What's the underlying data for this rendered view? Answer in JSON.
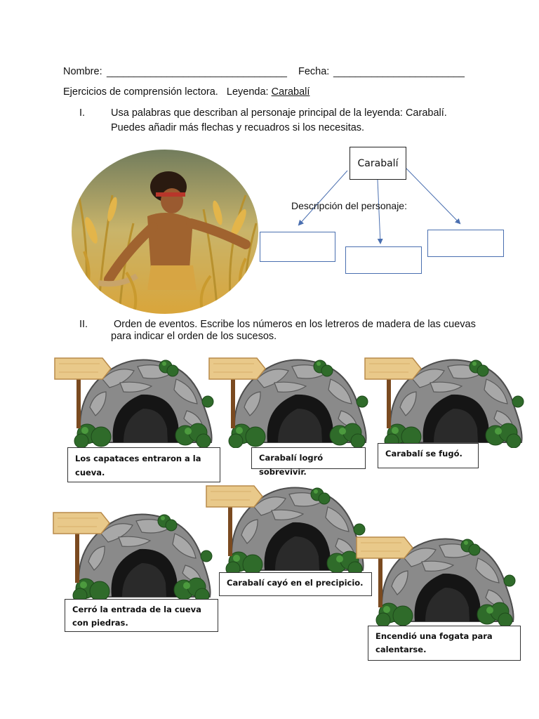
{
  "header": {
    "nombre_label": "Nombre:",
    "nombre_line": "_________________________________",
    "fecha_label": "Fecha:",
    "fecha_line": "________________________"
  },
  "subtitle": {
    "text": "Ejercicios de comprensión lectora.   Leyenda: ",
    "link": "Carabalí"
  },
  "section1": {
    "number": "I.",
    "line1": "Usa palabras que describan al personaje principal de la leyenda: Carabalí.",
    "line2": "Puedes añadir más flechas y recuadros si los necesitas.",
    "diagram_title": "Carabalí",
    "description_label": "Descripción del personaje:"
  },
  "section2": {
    "number": "II.",
    "line1": "Orden de eventos.  Escribe los números en los letreros de madera de las cuevas",
    "line2": "para indicar el orden de los sucesos."
  },
  "events": [
    "Los capataces entraron a la cueva.",
    "Carabalí logró sobrevivir.",
    "Carabalí se fugó.",
    "Carabalí cayó en el precipicio.",
    "Cerró la entrada de la cueva con piedras.",
    "Encendió una fogata para calentarse."
  ],
  "colors": {
    "arrow": "#4a6fb0",
    "rock": "#8a8a8a",
    "rock_dark": "#5a5a5a",
    "bush": "#2f6b2a",
    "sign_wood": "#e9c98a",
    "post": "#7a4a20"
  }
}
